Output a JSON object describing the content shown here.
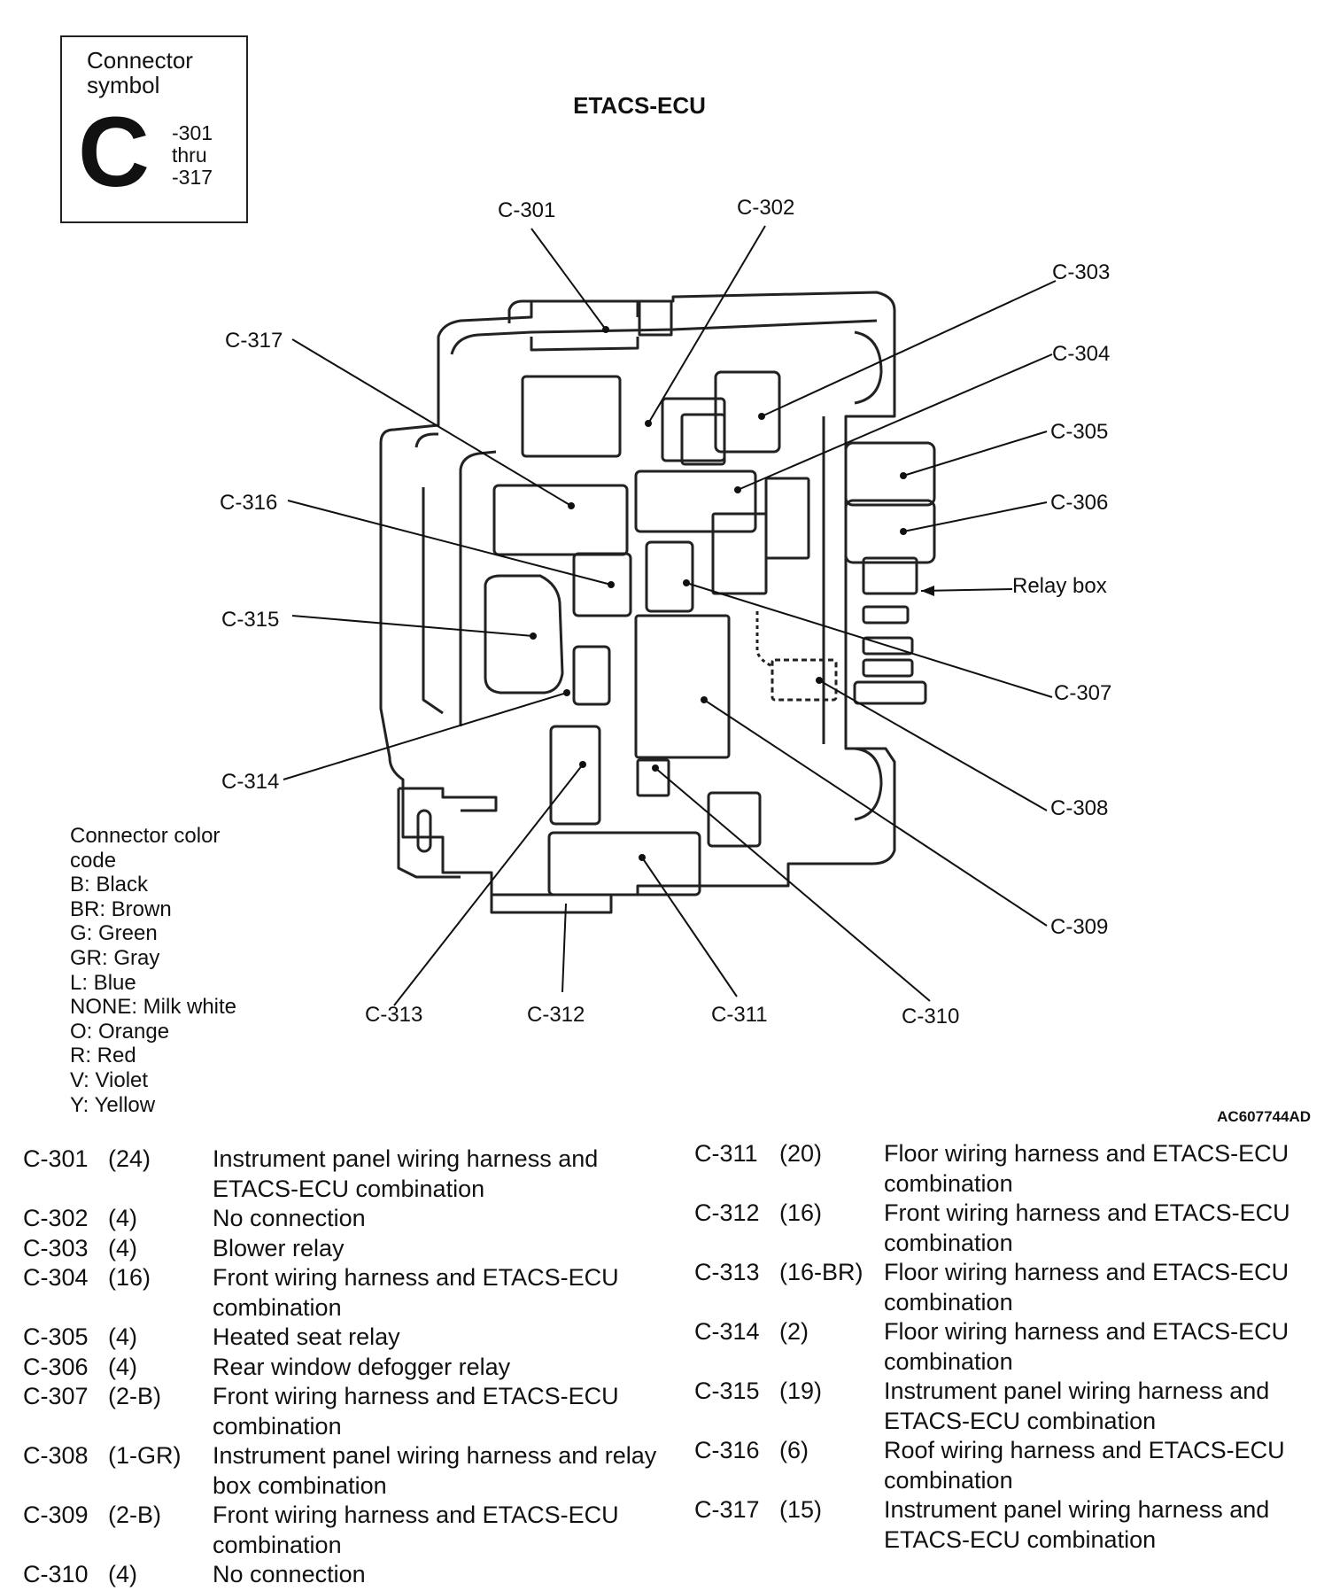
{
  "connector_symbol": {
    "heading": "Connector symbol",
    "letter": "C",
    "range_lines": [
      "-301",
      "thru",
      "-317"
    ]
  },
  "title": "ETACS-ECU",
  "callouts": {
    "c301": "C-301",
    "c302": "C-302",
    "c303": "C-303",
    "c304": "C-304",
    "c305": "C-305",
    "c306": "C-306",
    "c307": "C-307",
    "c308": "C-308",
    "c309": "C-309",
    "c310": "C-310",
    "c311": "C-311",
    "c312": "C-312",
    "c313": "C-313",
    "c314": "C-314",
    "c315": "C-315",
    "c316": "C-316",
    "c317": "C-317",
    "relay_box": "Relay box"
  },
  "color_legend": {
    "heading": "Connector color code",
    "codes": [
      "B: Black",
      "BR: Brown",
      "G: Green",
      "GR: Gray",
      "L: Blue",
      "NONE: Milk white",
      "O: Orange",
      "R: Red",
      "V: Violet",
      "Y: Yellow"
    ]
  },
  "reference_code": "AC607744AD",
  "connectors_left": [
    {
      "id": "C-301",
      "pins": "(24)",
      "desc": "Instrument panel wiring harness and ETACS-ECU combination"
    },
    {
      "id": "C-302",
      "pins": "(4)",
      "desc": "No connection"
    },
    {
      "id": "C-303",
      "pins": "(4)",
      "desc": "Blower relay"
    },
    {
      "id": "C-304",
      "pins": "(16)",
      "desc": "Front wiring harness and ETACS-ECU combination"
    },
    {
      "id": "C-305",
      "pins": "(4)",
      "desc": "Heated seat relay"
    },
    {
      "id": "C-306",
      "pins": "(4)",
      "desc": "Rear window defogger relay"
    },
    {
      "id": "C-307",
      "pins": "(2-B)",
      "desc": "Front wiring harness and ETACS-ECU combination"
    },
    {
      "id": "C-308",
      "pins": "(1-GR)",
      "desc": "Instrument panel wiring harness and relay box combination"
    },
    {
      "id": "C-309",
      "pins": "(2-B)",
      "desc": "Front wiring harness and ETACS-ECU combination"
    },
    {
      "id": "C-310",
      "pins": "(4)",
      "desc": "No connection"
    }
  ],
  "connectors_right": [
    {
      "id": "C-311",
      "pins": "(20)",
      "desc": "Floor wiring harness and ETACS-ECU combination"
    },
    {
      "id": "C-312",
      "pins": "(16)",
      "desc": "Front wiring harness and ETACS-ECU combination"
    },
    {
      "id": "C-313",
      "pins": "(16-BR)",
      "desc": "Floor wiring harness and ETACS-ECU combination"
    },
    {
      "id": "C-314",
      "pins": "(2)",
      "desc": "Floor wiring harness and ETACS-ECU combination"
    },
    {
      "id": "C-315",
      "pins": "(19)",
      "desc": "Instrument panel wiring harness and ETACS-ECU combination"
    },
    {
      "id": "C-316",
      "pins": "(6)",
      "desc": "Roof wiring harness and ETACS-ECU combination"
    },
    {
      "id": "C-317",
      "pins": "(15)",
      "desc": "Instrument panel wiring harness and ETACS-ECU combination"
    }
  ]
}
